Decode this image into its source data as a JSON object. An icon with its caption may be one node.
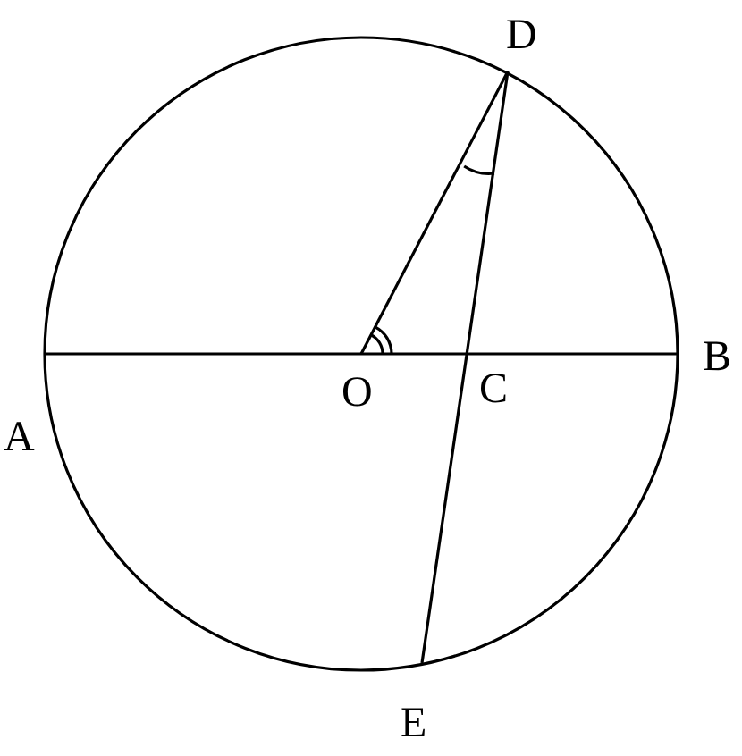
{
  "diagram": {
    "labels": [
      "D",
      "B",
      "A",
      "O",
      "C",
      "E"
    ]
  }
}
